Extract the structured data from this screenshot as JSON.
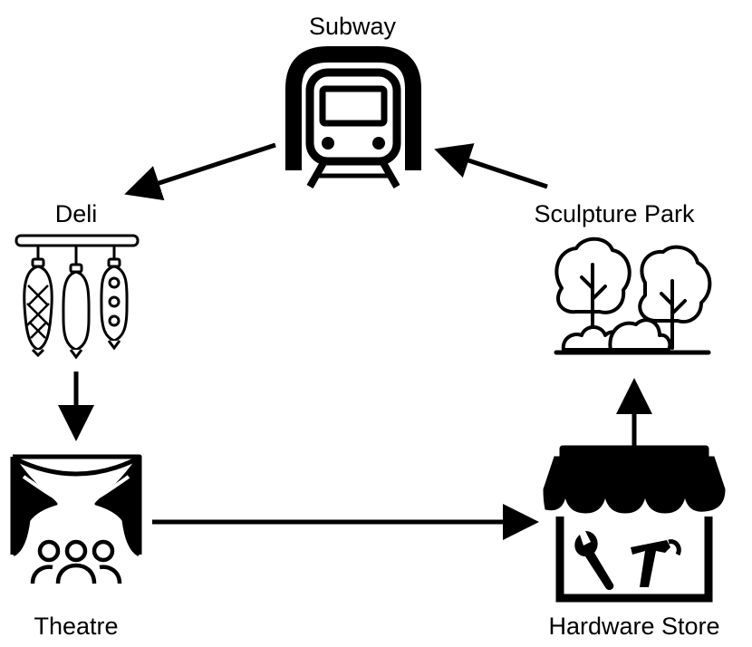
{
  "nodes": {
    "subway": {
      "label": "Subway",
      "icon": "subway-train-icon"
    },
    "deli": {
      "label": "Deli",
      "icon": "hanging-sausages-icon"
    },
    "sculpture_park": {
      "label": "Sculpture Park",
      "icon": "park-trees-icon"
    },
    "theatre": {
      "label": "Theatre",
      "icon": "theatre-stage-icon"
    },
    "hardware_store": {
      "label": "Hardware Store",
      "icon": "hardware-store-icon"
    }
  },
  "edges": [
    {
      "from": "Subway",
      "to": "Deli"
    },
    {
      "from": "Deli",
      "to": "Theatre"
    },
    {
      "from": "Theatre",
      "to": "Hardware Store"
    },
    {
      "from": "Hardware Store",
      "to": "Sculpture Park"
    },
    {
      "from": "Sculpture Park",
      "to": "Subway"
    }
  ],
  "colors": {
    "stroke": "#000000",
    "background": "#ffffff"
  }
}
